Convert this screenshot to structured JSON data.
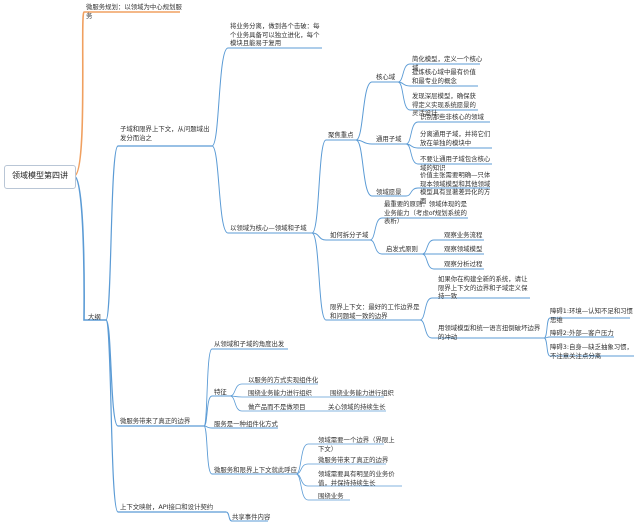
{
  "root": "领域模型第四讲",
  "nodes": {
    "n1": "微服务规划：以领域为中心规划服务",
    "n2": "大纲",
    "n3": "子域和限界上下文，从问题域出发分而治之",
    "n4": "将业务分离，做到各个击破：每个业务具备可以独立进化，每个模块且能易于复用",
    "n5": "以领域为核心—领域和子域",
    "n6": "聚焦重点",
    "n7": "核心域",
    "n8": "简化模型，定义一个核心域",
    "n9": "提炼核心域中最有价值和最专业的概念",
    "n10": "发现深层模型，确保获得定义实现系统愿景的灵活设计",
    "n11": "通用子域",
    "n12": "识别那些非核心的领域",
    "n13": "分离通用子域，并将它们放在单独的模块中",
    "n14": "不要让通用子域包含核心域的知识",
    "n15": "领域愿景",
    "n16": "价值主张需要明确—只体现本领域模型和其他领域模型具有显著差异化的方面",
    "n17": "如何拆分子域",
    "n18": "最重要的原则：领域体现的是业务能力（考虑of规划系统的表析）",
    "n19": "启发式原则",
    "n20": "观察业务流程",
    "n21": "观察领域模型",
    "n22": "观察分析过程",
    "n23": "限界上下文：最好的工作边界是和问题域一致的边界",
    "n24": "如果你在构建全新的系统，请让限界上下文的边界和子域定义保持一致",
    "n25": "用领域模型和统一语言扭倒破坏边界的冲动",
    "n26": "障碍1:环境—认知不足和习惯思维",
    "n27": "障碍2:外部—客户压力",
    "n28": "障碍3:自身—缺乏抽象习惯，不注意关注点分离",
    "n29": "微服务带来了真正的边界",
    "n30": "从领域和子域的角度出发",
    "n31": "特征",
    "n32": "以服务的方式实现组件化",
    "n33": "围绕业务能力进行组织",
    "n34": "围绕业务能力进行组织",
    "n35": "做产品而不是做项目",
    "n36": "关心领域的持续生长",
    "n37": "服务是一种组件化方式",
    "n38": "微服务和限界上下文就此呼应",
    "n39": "领域需要一个边界（界限上下文）",
    "n40": "微服务带来了真正的边界",
    "n41": "领域需要具有明显的业务价值，并保持持续生长",
    "n42": "围绕业务",
    "n43": "上下文映射，API接口和设计契约",
    "n44": "共享事件内容"
  },
  "colors": {
    "branch_blue": "#5b9bd5",
    "branch_orange": "#f0a060",
    "text": "#333333"
  }
}
